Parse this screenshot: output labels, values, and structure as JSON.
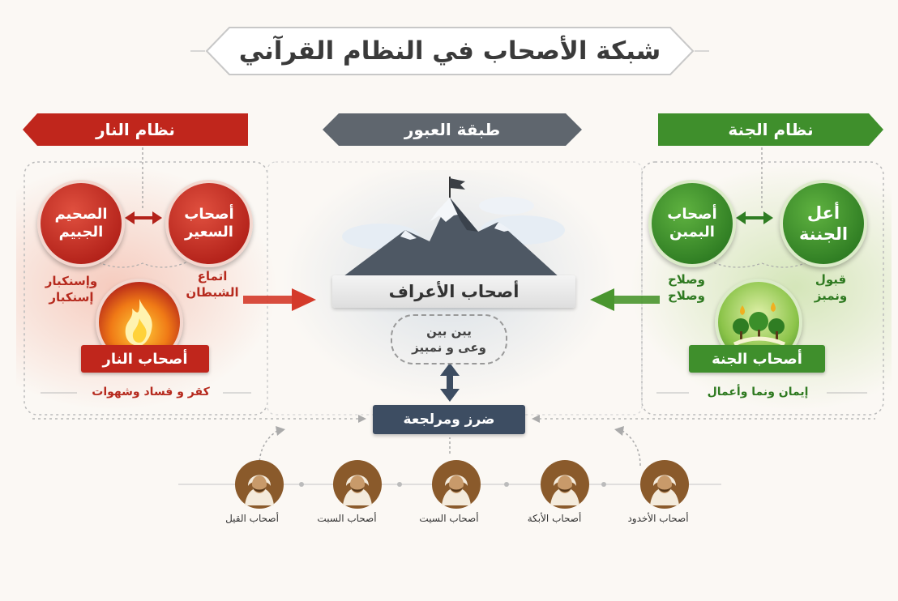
{
  "title": "شبكة الأصحاب في النظام القرآني",
  "banners": {
    "fire": "نظام النار",
    "crossing": "طبقة العبور",
    "paradise": "نظام الجنة"
  },
  "fire_side": {
    "circle_left": "الصحيم الجبيم",
    "circle_right": "أصحاب السعير",
    "label_left": "وإسنكبار إسنكبار",
    "label_right": "اتماع الشبطان",
    "group_tag": "أصحاب النار",
    "caption": "كقر و فساد وشهوات",
    "icon": "fire-icon"
  },
  "paradise_side": {
    "circle_left": "أصحاب البمبن",
    "circle_right": "أعل الجننة",
    "label_left": "وصلاح وصلاح",
    "label_right": "قبول ونمبز",
    "group_tag": "أصحاب الجنة",
    "caption": "إيمان ونما وأعمال",
    "icon": "garden-icon"
  },
  "center": {
    "heading": "أصحاب الأعراف",
    "pill_line1": "يبن بين",
    "pill_line2": "وعى و نمبيز",
    "review_tag": "ضرز ومرلجعة",
    "icon": "mountain-flag-icon"
  },
  "people": [
    "أصحاب القيل",
    "أصحاب السبت",
    "أصحاب السيت",
    "أصحاب الأبكة",
    "أصحاب الأخدود"
  ],
  "colors": {
    "fire": "#c0261c",
    "paradise": "#3f8f2c",
    "crossing": "#5f666e",
    "review": "#3d4d62",
    "person": "#8a5a2b"
  }
}
